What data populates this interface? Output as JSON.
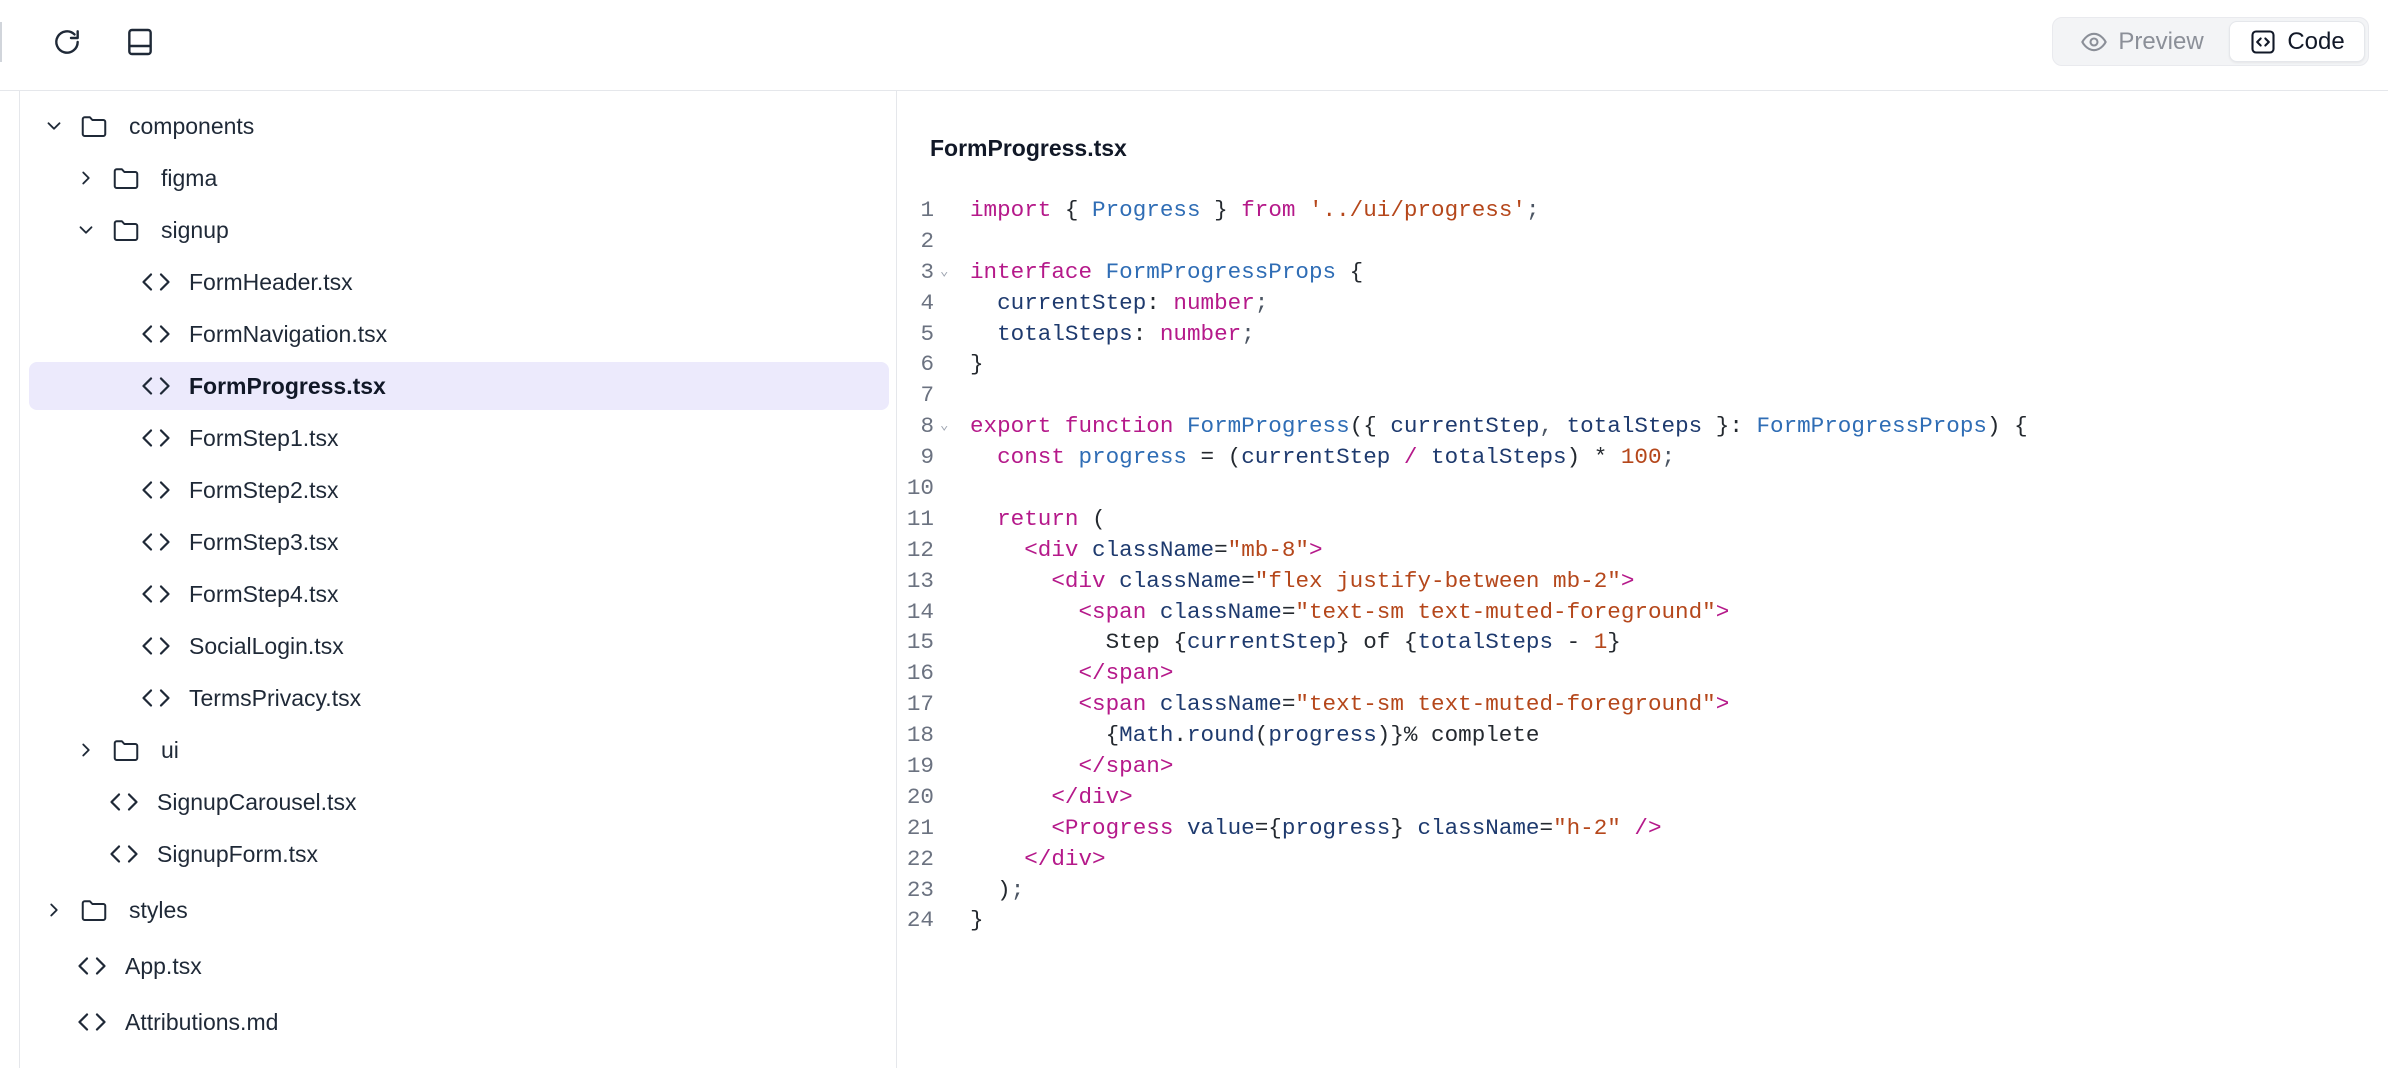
{
  "toolbar": {
    "preview_label": "Preview",
    "code_label": "Code"
  },
  "tree": [
    {
      "label": "components",
      "type": "folder",
      "expanded": true
    },
    {
      "label": "figma",
      "type": "folder",
      "expanded": false
    },
    {
      "label": "signup",
      "type": "folder",
      "expanded": true
    },
    {
      "label": "FormHeader.tsx",
      "type": "file"
    },
    {
      "label": "FormNavigation.tsx",
      "type": "file"
    },
    {
      "label": "FormProgress.tsx",
      "type": "file",
      "selected": true
    },
    {
      "label": "FormStep1.tsx",
      "type": "file"
    },
    {
      "label": "FormStep2.tsx",
      "type": "file"
    },
    {
      "label": "FormStep3.tsx",
      "type": "file"
    },
    {
      "label": "FormStep4.tsx",
      "type": "file"
    },
    {
      "label": "SocialLogin.tsx",
      "type": "file"
    },
    {
      "label": "TermsPrivacy.tsx",
      "type": "file"
    },
    {
      "label": "ui",
      "type": "folder",
      "expanded": false
    },
    {
      "label": "SignupCarousel.tsx",
      "type": "file"
    },
    {
      "label": "SignupForm.tsx",
      "type": "file"
    },
    {
      "label": "styles",
      "type": "folder",
      "expanded": false
    },
    {
      "label": "App.tsx",
      "type": "file"
    },
    {
      "label": "Attributions.md",
      "type": "file"
    }
  ],
  "editor": {
    "filename": "FormProgress.tsx",
    "lines": [
      "import { Progress } from '../ui/progress';",
      "",
      "interface FormProgressProps {",
      "  currentStep: number;",
      "  totalSteps: number;",
      "}",
      "",
      "export function FormProgress({ currentStep, totalSteps }: FormProgressProps) {",
      "  const progress = (currentStep / totalSteps) * 100;",
      "",
      "  return (",
      "    <div className=\"mb-8\">",
      "      <div className=\"flex justify-between mb-2\">",
      "        <span className=\"text-sm text-muted-foreground\">",
      "          Step {currentStep} of {totalSteps - 1}",
      "        </span>",
      "        <span className=\"text-sm text-muted-foreground\">",
      "          {Math.round(progress)}% complete",
      "        </span>",
      "      </div>",
      "      <Progress value={progress} className=\"h-2\" />",
      "    </div>",
      "  );",
      "}"
    ]
  },
  "colors": {
    "accent_selected": "#eceafc",
    "keyword": "#b5198a",
    "string": "#b5471b",
    "identifier": "#1e3a6e",
    "component": "#2f6db5"
  }
}
